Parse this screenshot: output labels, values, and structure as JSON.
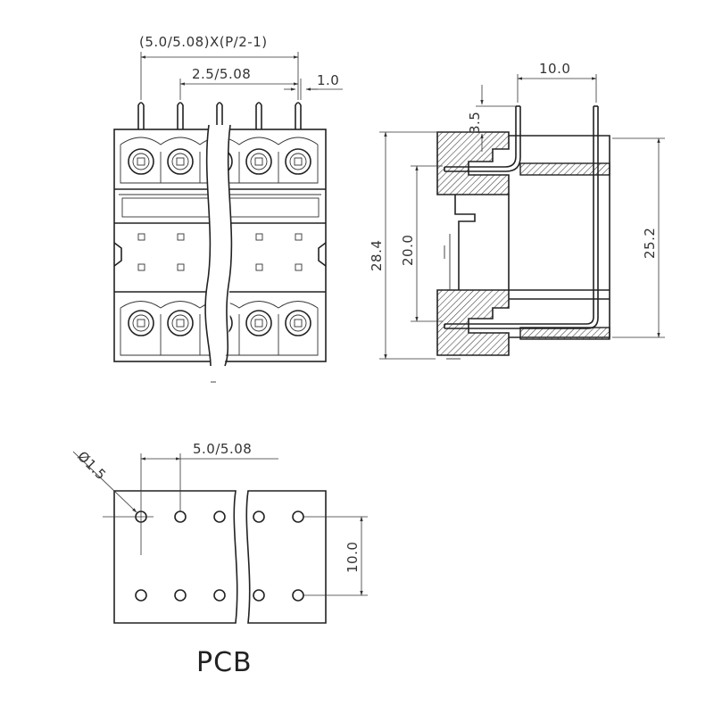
{
  "front_view": {
    "pitch_formula": "(5.0/5.08)X(P/2-1)",
    "half_pitch": "2.5/5.08",
    "pin_width": "1.0"
  },
  "side_view": {
    "pin_offset": "10.0",
    "pin_protrusion": "3.5",
    "overall_height": "28.4",
    "row_spacing": "20.0",
    "body_height": "25.2"
  },
  "pcb_view": {
    "hole_diameter": "Ø1.5",
    "hole_pitch": "5.0/5.08",
    "row_spacing": "10.0",
    "title": "PCB"
  }
}
